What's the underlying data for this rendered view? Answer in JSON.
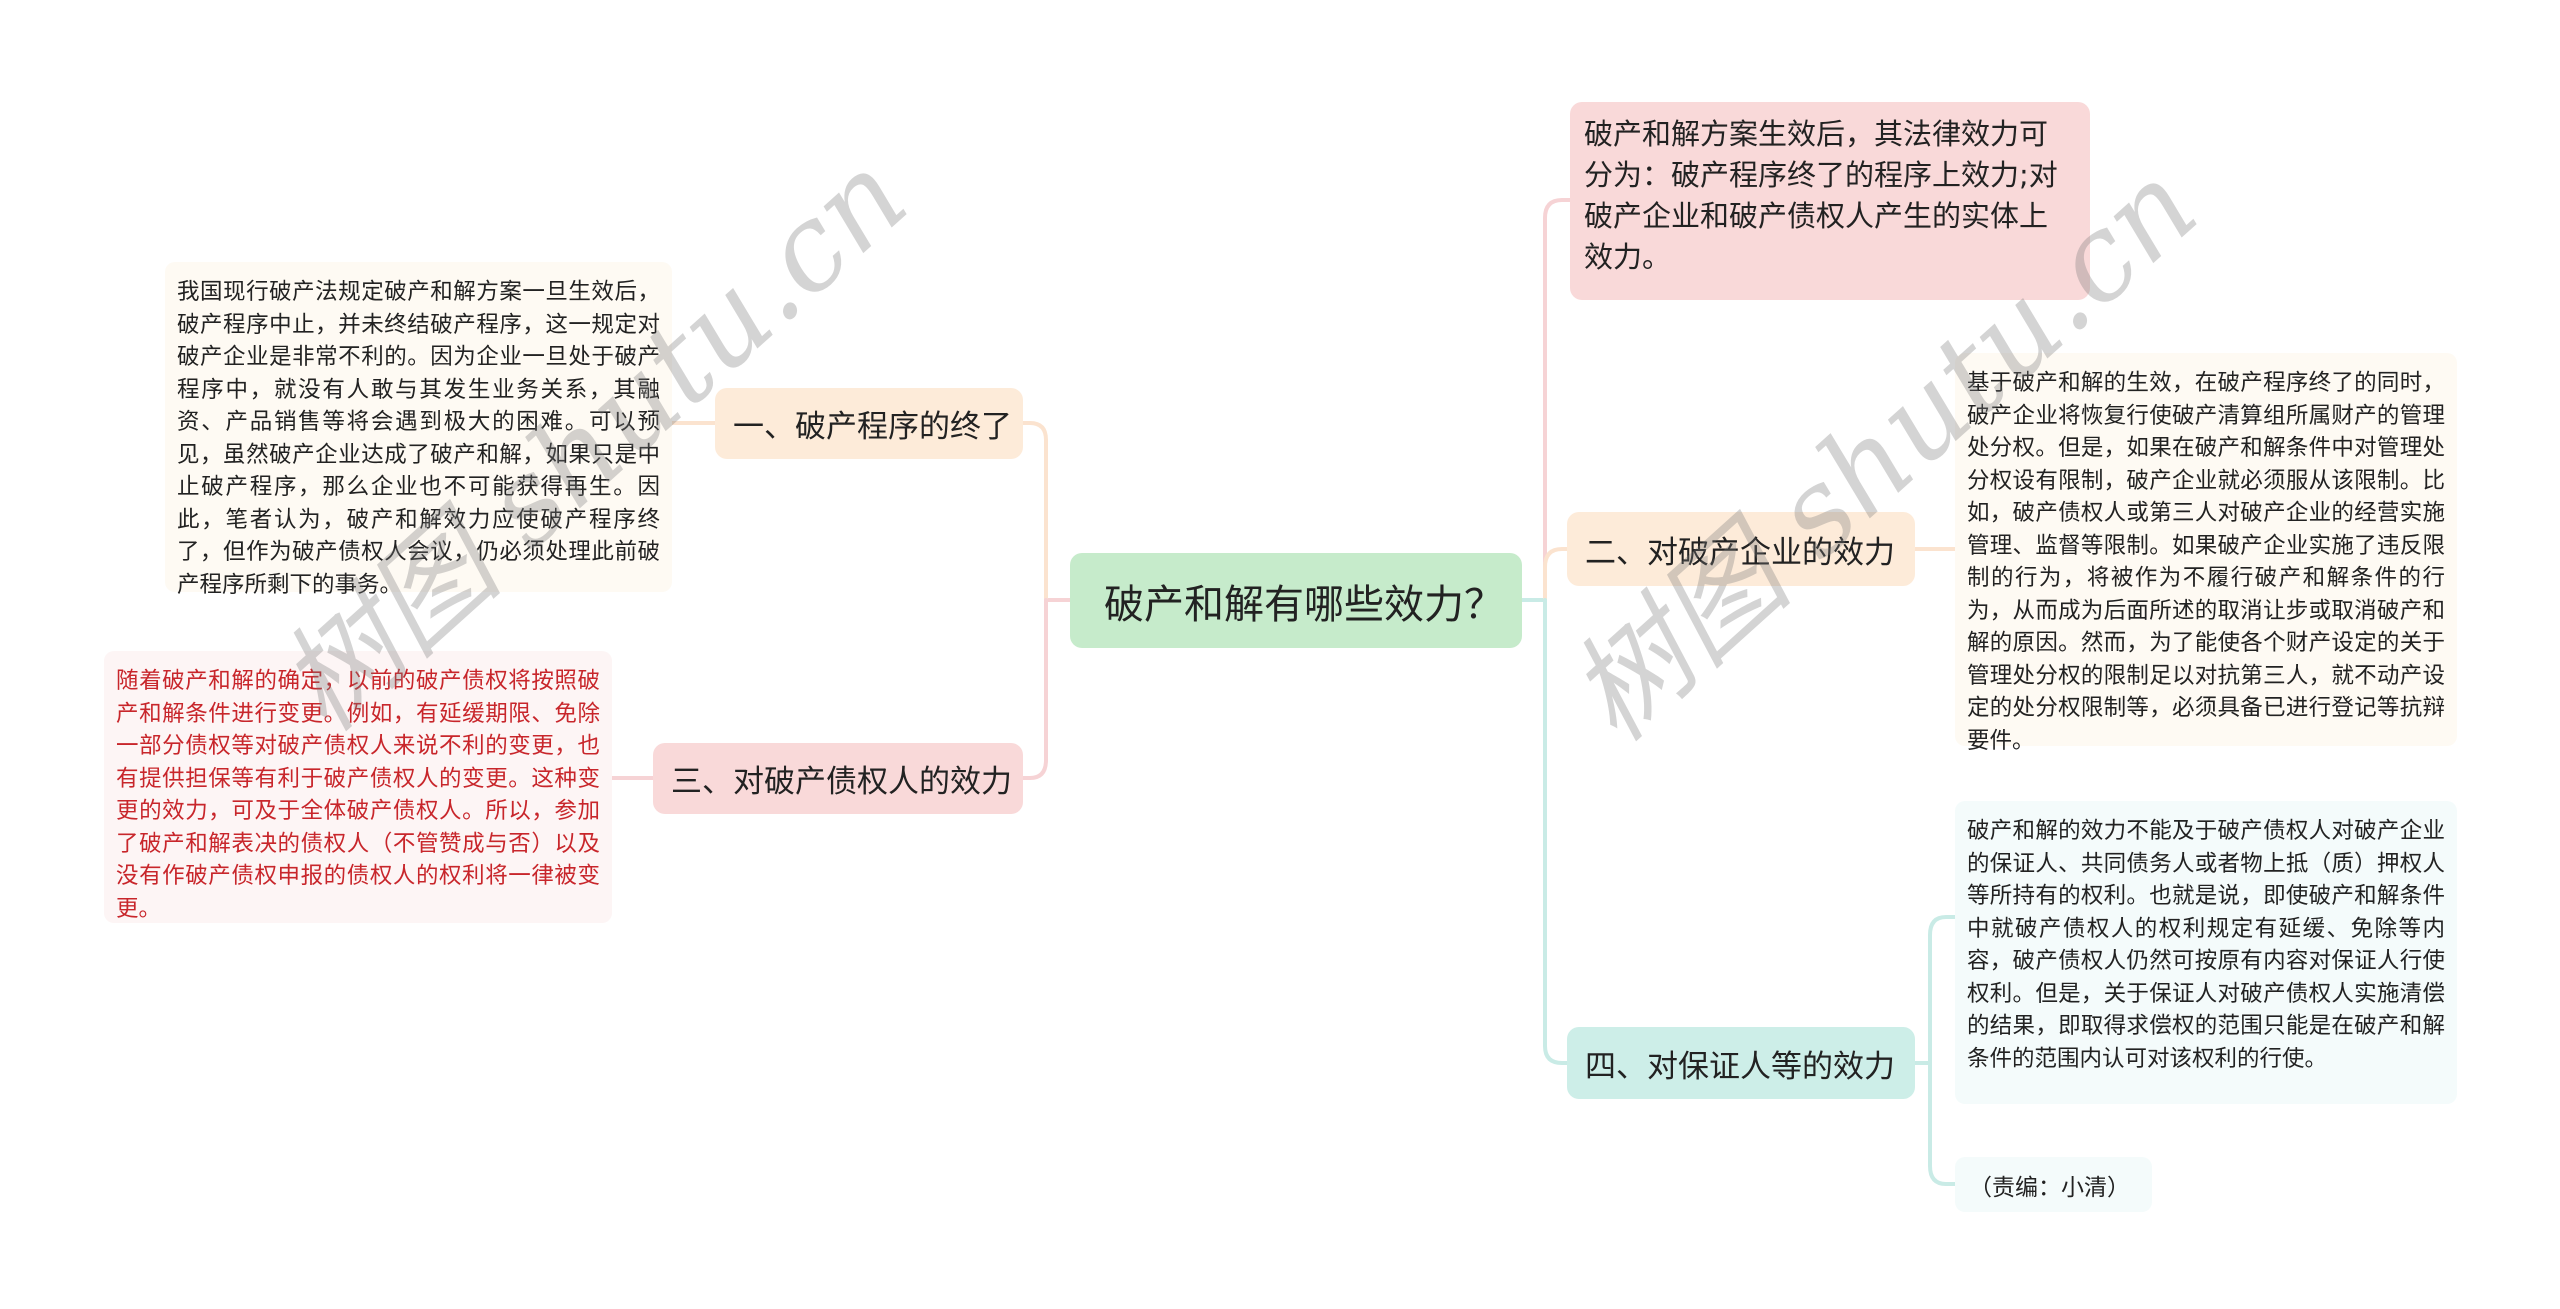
{
  "mindmap": {
    "root": {
      "label": "破产和解有哪些效力？",
      "color": "#c6ebcb"
    },
    "summary": {
      "text": "破产和解方案生效后，其法律效力可分为：破产程序终了的程序上效力;对破产企业和破产债权人产生的实体上效力。",
      "color": "#f9d9d9"
    },
    "branches": [
      {
        "label": "一、破产程序的终了",
        "color": "#fdebd9",
        "detail": "我国现行破产法规定破产和解方案一旦生效后，破产程序中止，并未终结破产程序，这一规定对破产企业是非常不利的。因为企业一旦处于破产程序中，就没有人敢与其发生业务关系，其融资、产品销售等将会遇到极大的困难。可以预见，虽然破产企业达成了破产和解，如果只是中止破产程序，那么企业也不可能获得再生。因此，笔者认为，破产和解效力应使破产程序终了，但作为破产债权人会议，仍必须处理此前破产程序所剩下的事务。"
      },
      {
        "label": "二、对破产企业的效力",
        "color": "#fdebd9",
        "detail": "基于破产和解的生效，在破产程序终了的同时，破产企业将恢复行使破产清算组所属财产的管理处分权。但是，如果在破产和解条件中对管理处分权设有限制，破产企业就必须服从该限制。比如，破产债权人或第三人对破产企业的经营实施管理、监督等限制。如果破产企业实施了违反限制的行为，将被作为不履行破产和解条件的行为，从而成为后面所述的取消让步或取消破产和解的原因。然而，为了能使各个财产设定的关于管理处分权的限制足以对抗第三人，就不动产设定的处分权限制等，必须具备已进行登记等抗辩要件。"
      },
      {
        "label": "三、对破产债权人的效力",
        "color": "#f9d9d9",
        "detail_color": "#c8262b",
        "detail": "随着破产和解的确定，以前的破产债权将按照破产和解条件进行变更。例如，有延缓期限、免除一部分债权等对破产债权人来说不利的变更，也有提供担保等有利于破产债权人的变更。这种变更的效力，可及于全体破产债权人。所以，参加了破产和解表决的债权人（不管赞成与否）以及没有作破产债权申报的债权人的权利将一律被变更。"
      },
      {
        "label": "四、对保证人等的效力",
        "color": "#cdeee8",
        "detail": "破产和解的效力不能及于破产债权人对破产企业的保证人、共同债务人或者物上抵（质）押权人等所持有的权利。也就是说，即使破产和解条件中就破产债权人的权利规定有延缓、免除等内容，破产债权人仍然可按原有内容对保证人行使权利。但是，关于保证人对破产债权人实施清偿的结果，即取得求偿权的范围只能是在破产和解条件的范围内认可对该权利的行使。",
        "note": "（责编：小清）"
      }
    ]
  },
  "watermark": {
    "left": "树图 shutu.cn",
    "right": "树图 shutu.cn"
  },
  "colors": {
    "line_orange": "#fbe3cf",
    "line_pink": "#f6d3d5",
    "line_teal": "#c9ebe6"
  }
}
